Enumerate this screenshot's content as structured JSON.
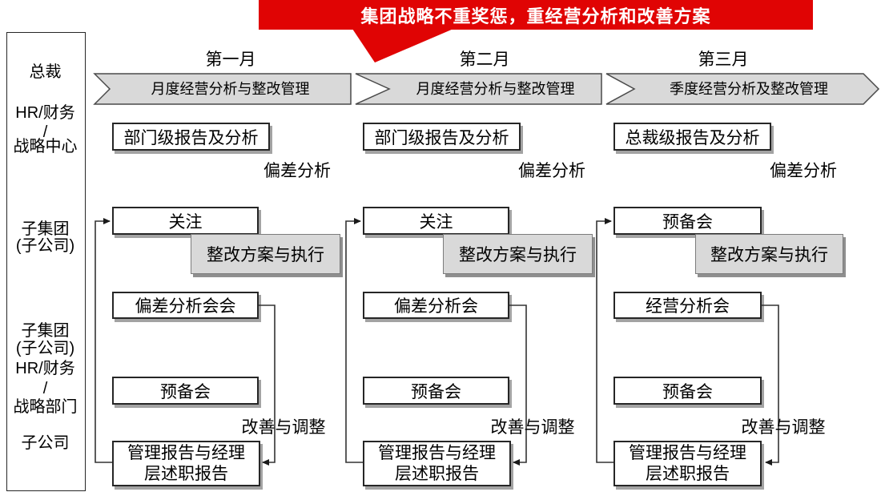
{
  "banner": {
    "text": "集团战略不重奖惩，重经营分析和改善方案"
  },
  "colors": {
    "banner_red": "#e00404",
    "band_gray": "#d9d9d9",
    "box_gray": "#d9d9d9"
  },
  "sidebar": {
    "lines": [
      "总裁",
      "HR/财务",
      "/",
      "战略中心",
      "子集团",
      "(子公司)",
      "子集团",
      "(子公司)",
      "HR/财务",
      "/",
      "战略部门",
      "子公司"
    ]
  },
  "timeline": {
    "months": [
      {
        "label": "第一月",
        "phase": "月度经营分析与整改管理"
      },
      {
        "label": "第二月",
        "phase": "月度经营分析与整改管理"
      },
      {
        "label": "第三月",
        "phase": "季度经营分析及整改管理"
      }
    ]
  },
  "columns": [
    {
      "report": "部门级报告及分析",
      "deviation_label": "偏差分析",
      "focus": "关注",
      "action": "整改方案与执行",
      "meeting": "偏差分析会会",
      "prep": "预备会",
      "adjust_label": "改善与调整",
      "final_line1": "管理报告与经理",
      "final_line2": "层述职报告"
    },
    {
      "report": "部门级报告及分析",
      "deviation_label": "偏差分析",
      "focus": "关注",
      "action": "整改方案与执行",
      "meeting": "偏差分析会",
      "prep": "预备会",
      "adjust_label": "改善与调整",
      "final_line1": "管理报告与经理",
      "final_line2": "层述职报告"
    },
    {
      "report": "总裁级报告及分析",
      "deviation_label": "偏差分析",
      "focus": "预备会",
      "action": "整改方案与执行",
      "meeting": "经营分析会",
      "prep": "预备会",
      "adjust_label": "改善与调整",
      "final_line1": "管理报告与经理",
      "final_line2": "层述职报告"
    }
  ]
}
